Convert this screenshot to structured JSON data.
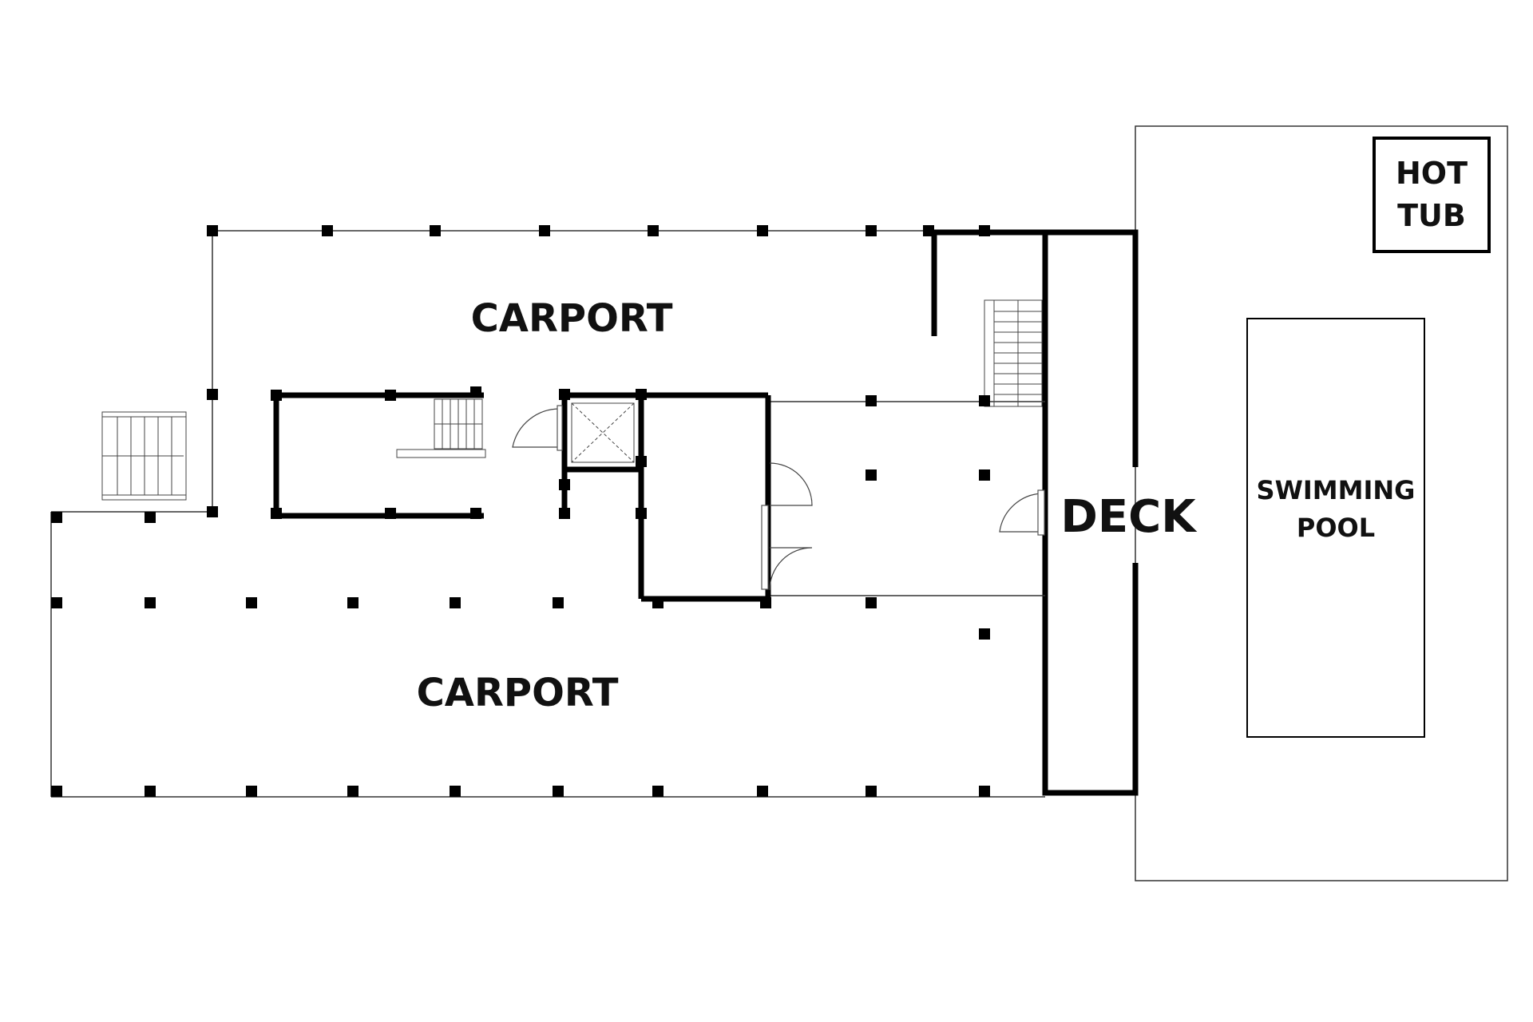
{
  "labels": {
    "carport_top": "CARPORT",
    "carport_bottom": "CARPORT",
    "deck": "DECK",
    "hot_tub_line1": "HOT",
    "hot_tub_line2": "TUB",
    "pool_line1": "SWIMMING",
    "pool_line2": "POOL"
  }
}
